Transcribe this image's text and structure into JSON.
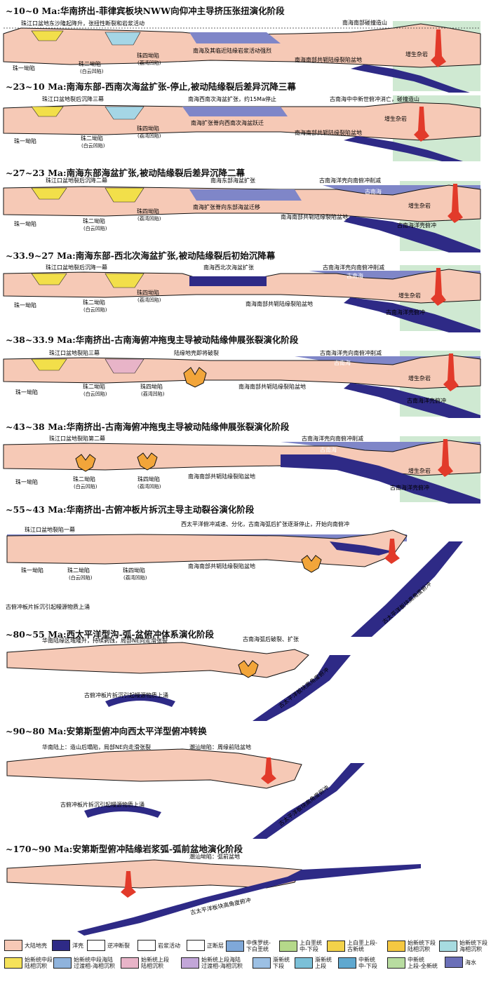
{
  "colors": {
    "crust": "#f6c9b6",
    "ocean": "#2e2a86",
    "sea": "#7f86c8",
    "arc": "#cfe9d2",
    "magma": "#e23a2a",
    "sediment_yellow": "#f2df4a",
    "sediment_blue": "#a5d6e6",
    "sediment_green": "#9fcf7a"
  },
  "panels": [
    {
      "title": "~10~0 Ma:华南挤出-菲律宾板块NWW向仰冲主导挤压张扭演化阶段",
      "labels": [
        "珠江口盆地东沙隆起降升，张扭性断裂和岩浆活动",
        "南海南部碰撞造山",
        "南海及其临近陆缘岩浆活动强烈",
        "珠一坳陷",
        "珠二坳陷",
        "(白云凹陷)",
        "珠四坳陷",
        "(荔湾凹陷)",
        "南海南部共轭陆缘裂陷盆地",
        "增生杂岩"
      ]
    },
    {
      "title": "~23~10 Ma:南海东部-西南次海盆扩张-停止,被动陆缘裂后差异沉降三幕",
      "labels": [
        "珠江口盆地裂后沉降三幕",
        "南海西南次海盆扩张，约15Ma停止",
        "古南海中中新世俯冲消亡，碰撞造山",
        "南海扩张脊向西南次海盆跃迁",
        "珠一坳陷",
        "珠二坳陷",
        "(白云凹陷)",
        "珠四坳陷",
        "(荔湾凹陷)",
        "南海南部共轭陆缘裂陷盆地",
        "增生杂岩"
      ]
    },
    {
      "title": "~27~23 Ma:南海东部海盆扩张,被动陆缘裂后差异沉降二幕",
      "labels": [
        "珠江口盆地裂后沉降二幕",
        "南海东部海盆扩张",
        "古南海洋壳向南俯冲削减",
        "南海扩张脊向东部海盆迁移",
        "古南海",
        "增生杂岩",
        "珠一坳陷",
        "珠二坳陷",
        "(白云凹陷)",
        "珠四坳陷",
        "(荔湾凹陷)",
        "南海南部共轭陆缘裂陷盆地",
        "古南海洋壳俯冲"
      ]
    },
    {
      "title": "~33.9~27 Ma:南海东部-西北次海盆扩张,被动陆缘裂后初始沉降幕",
      "labels": [
        "珠江口盆地裂后沉降一幕",
        "南海西北次海盆扩张",
        "古南海洋壳向南俯冲削减",
        "古南海",
        "增生杂岩",
        "珠一坳陷",
        "珠二坳陷",
        "(白云凹陷)",
        "珠四坳陷",
        "(荔湾凹陷)",
        "南海南部共轭陆缘裂陷盆地",
        "古南海洋壳俯冲"
      ]
    },
    {
      "title": "~38~33.9 Ma:华南挤出-古南海俯冲拖曳主导被动陆缘伸展张裂演化阶段",
      "labels": [
        "珠江口盆地裂陷三幕",
        "陆缘地壳即将破裂",
        "古南海洋壳向南俯冲削减",
        "古南海",
        "增生杂岩",
        "珠一坳陷",
        "珠二坳陷",
        "(白云凹陷)",
        "珠四坳陷",
        "(荔湾凹陷)",
        "南海南部共轭陆缘裂陷盆地",
        "古南海洋壳俯冲"
      ]
    },
    {
      "title": "~43~38 Ma:华南挤出-古南海俯冲拖曳主导被动陆缘伸展张裂演化阶段",
      "labels": [
        "珠江口盆地裂陷第二幕",
        "古南海洋壳向南俯冲削减",
        "古南海",
        "增生杂岩",
        "珠一坳陷",
        "珠二坳陷",
        "(白云凹陷)",
        "珠四坳陷",
        "(荔湾凹陷)",
        "南海南部共轭陆缘裂陷盆地",
        "古南海洋壳俯冲"
      ]
    },
    {
      "title": "~55~43 Ma:华南挤出-古俯冲板片拆沉主导主动裂谷演化阶段",
      "labels": [
        "珠江口盆地裂陷一幕",
        "西太平洋俯冲减速、分化，古南海弧后扩张逐渐停止，开始向南俯冲",
        "珠一坳陷",
        "珠二坳陷",
        "(白云凹陷)",
        "珠四坳陷",
        "(荔湾凹陷)",
        "南海南部共轭陆缘裂陷盆地",
        "古俯冲板片拆沉引起幔源物质上涌",
        "古太平洋板块高角度俯冲"
      ]
    },
    {
      "title": "~80~55 Ma:西太平洋型沟-弧-盆俯冲体系演化阶段",
      "labels": [
        "华南陆缘区域隆升，持续剥蚀，局部NE向走滑张裂",
        "古南海弧后破裂、扩张",
        "古俯冲板片拆沉引起幔源物质上涌",
        "古太平洋板块高角度俯冲"
      ]
    },
    {
      "title": "~90~80 Ma:安第斯型俯冲向西太平洋型俯冲转换",
      "labels": [
        "华南陆上：造山后塌陷，局部NE向走滑张裂",
        "潮汕坳陷：周缘前陆盆地",
        "古俯冲板片拆沉引起幔源物质上涌",
        "古太平洋板块高角度俯冲"
      ]
    },
    {
      "title": "~170~90 Ma:安第斯型俯冲陆缘岩浆弧-弧前盆地演化阶段",
      "labels": [
        "潮汕坳陷：弧前盆地",
        "古太平洋板块高角度俯冲"
      ]
    }
  ],
  "legend": [
    {
      "text": "大陆地壳",
      "color": "#f6c9b6"
    },
    {
      "text": "洋壳",
      "color": "#2e2a86"
    },
    {
      "text": "逆冲断裂",
      "color": "#ffffff"
    },
    {
      "text": "岩浆活动",
      "color": "#ffffff"
    },
    {
      "text": "正断层",
      "color": "#ffffff"
    },
    {
      "text": "中侏罗统-\n下白垩统",
      "color": "#7fa8d8"
    },
    {
      "text": "上白垩统\n中-下段",
      "color": "#b5d98a"
    },
    {
      "text": "上白垩上段-\n古新统",
      "color": "#f2d24a"
    },
    {
      "text": "始新统下段\n陆相沉积",
      "color": "#f5c842"
    },
    {
      "text": "始新统下段\n海相沉积",
      "color": "#a7dbe0"
    },
    {
      "text": "始新统中段\n陆相沉积",
      "color": "#f5e25a"
    },
    {
      "text": "始新统中段海陆\n过渡相-海相沉积",
      "color": "#8fb3dc"
    },
    {
      "text": "始新统上段\n陆相沉积",
      "color": "#e8b4c8"
    },
    {
      "text": "始新统上段海陆\n过渡相-海相沉积",
      "color": "#c2a6d8"
    },
    {
      "text": "渐新统\n下段",
      "color": "#9cc0e4"
    },
    {
      "text": "渐新统\n上段",
      "color": "#7bc0d8"
    },
    {
      "text": "中新统\n中-下段",
      "color": "#5fa8cf"
    },
    {
      "text": "中新统\n上段-全新统",
      "color": "#b8dca0"
    },
    {
      "text": "海水",
      "color": "#6a6fb8"
    }
  ]
}
